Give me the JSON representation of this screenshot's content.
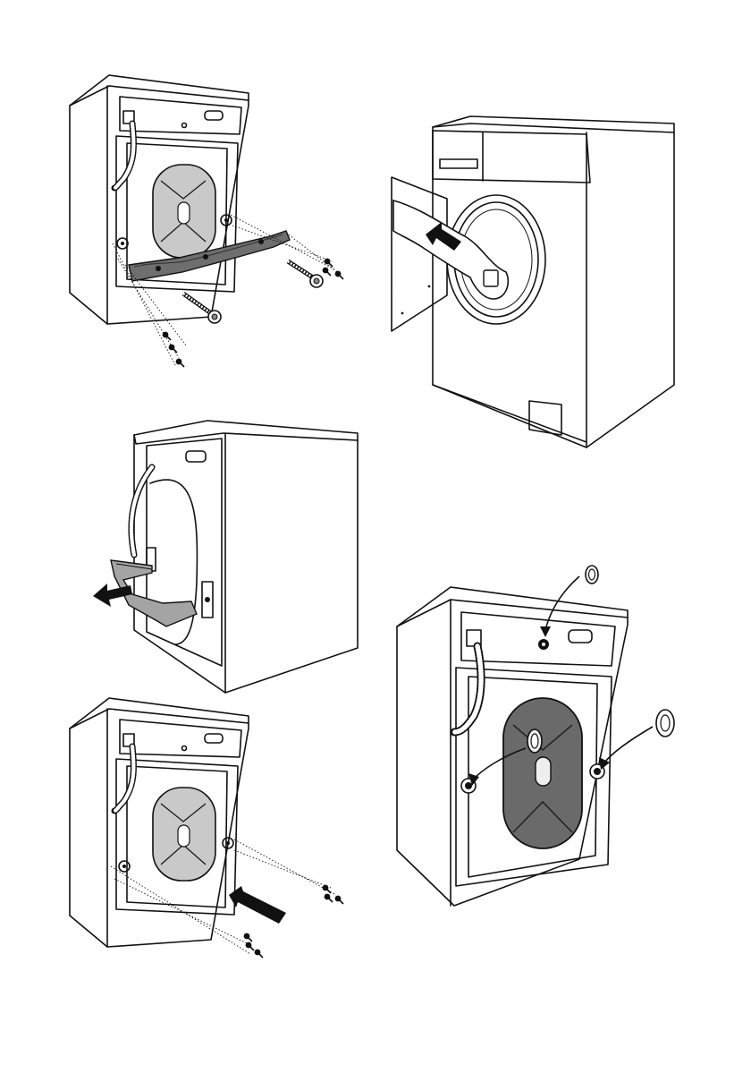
{
  "page": {
    "background": "#ffffff"
  },
  "colors": {
    "outline": "#111111",
    "panel_fill": "#ffffff",
    "bracket_dark": "#6e6e6e",
    "bracket_mid": "#a4a4a4",
    "cover_light": "#c9c9c9",
    "cover_dark": "#6a6a6a",
    "arrow_fill": "#111111"
  },
  "figures": [
    {
      "id": "fig-remove-transit-bracket-rear",
      "icons": [
        "washing-machine-rear",
        "transit-bracket",
        "bolt",
        "screw"
      ]
    },
    {
      "id": "fig-reach-into-drum",
      "icons": [
        "washing-machine-front",
        "hand",
        "push-arrow"
      ]
    },
    {
      "id": "fig-pull-off-bracket",
      "icons": [
        "washing-machine-side",
        "transit-bracket",
        "pull-arrow"
      ]
    },
    {
      "id": "fig-refit-screws",
      "icons": [
        "washing-machine-rear",
        "screw",
        "push-arrow"
      ]
    },
    {
      "id": "fig-insert-plastic-caps",
      "icons": [
        "washing-machine-rear",
        "plastic-cap",
        "curved-arrow"
      ]
    }
  ]
}
